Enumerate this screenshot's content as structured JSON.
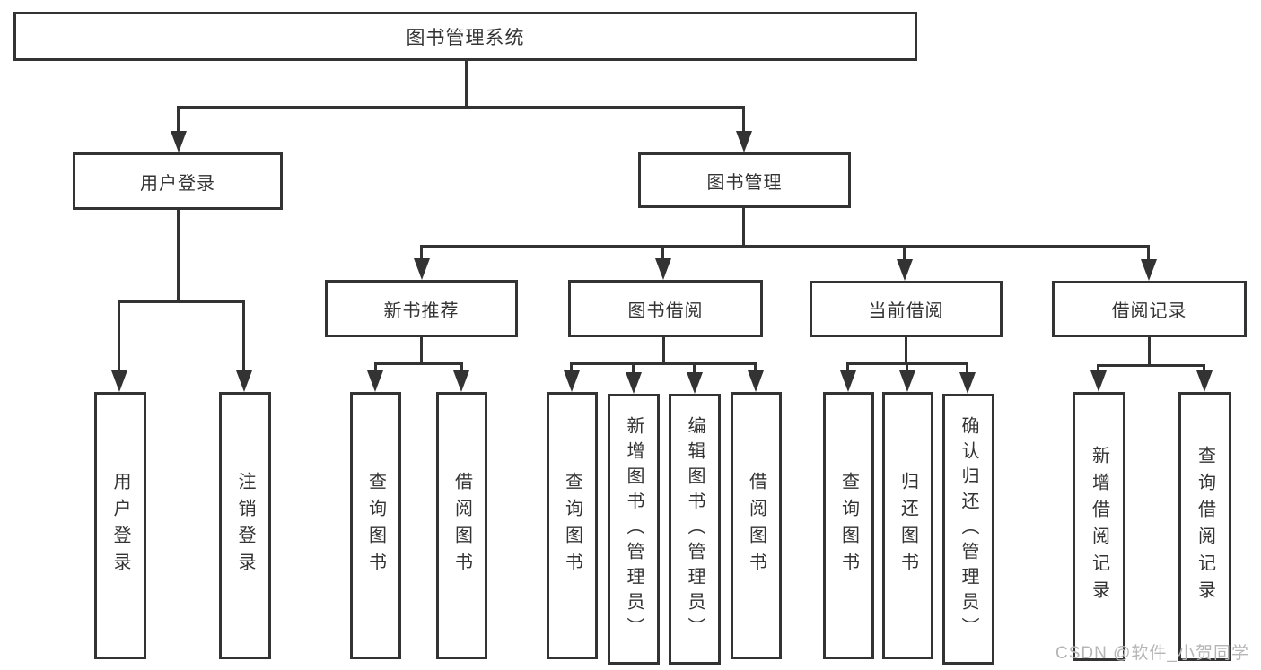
{
  "diagram": {
    "root": "图书管理系统",
    "user_login": {
      "label": "用户登录",
      "children": [
        "用户登录",
        "注销登录"
      ]
    },
    "book_management": {
      "label": "图书管理",
      "sections": {
        "new_book_recommend": {
          "label": "新书推荐",
          "children": [
            "查询图书",
            "借阅图书"
          ]
        },
        "book_borrowing": {
          "label": "图书借阅",
          "children": [
            "查询图书",
            "新增图书（管理员）",
            "编辑图书（管理员）",
            "借阅图书"
          ]
        },
        "current_borrowing": {
          "label": "当前借阅",
          "children": [
            "查询图书",
            "归还图书",
            "确认归还（管理员）"
          ]
        },
        "borrowing_records": {
          "label": "借阅记录",
          "children": [
            "新增借阅记录",
            "查询借阅记录"
          ]
        }
      }
    }
  },
  "watermark": "CSDN @软件_小贺同学",
  "colors": {
    "line": "#333333",
    "background": "#ffffff",
    "watermark": "#b5b5b5"
  }
}
